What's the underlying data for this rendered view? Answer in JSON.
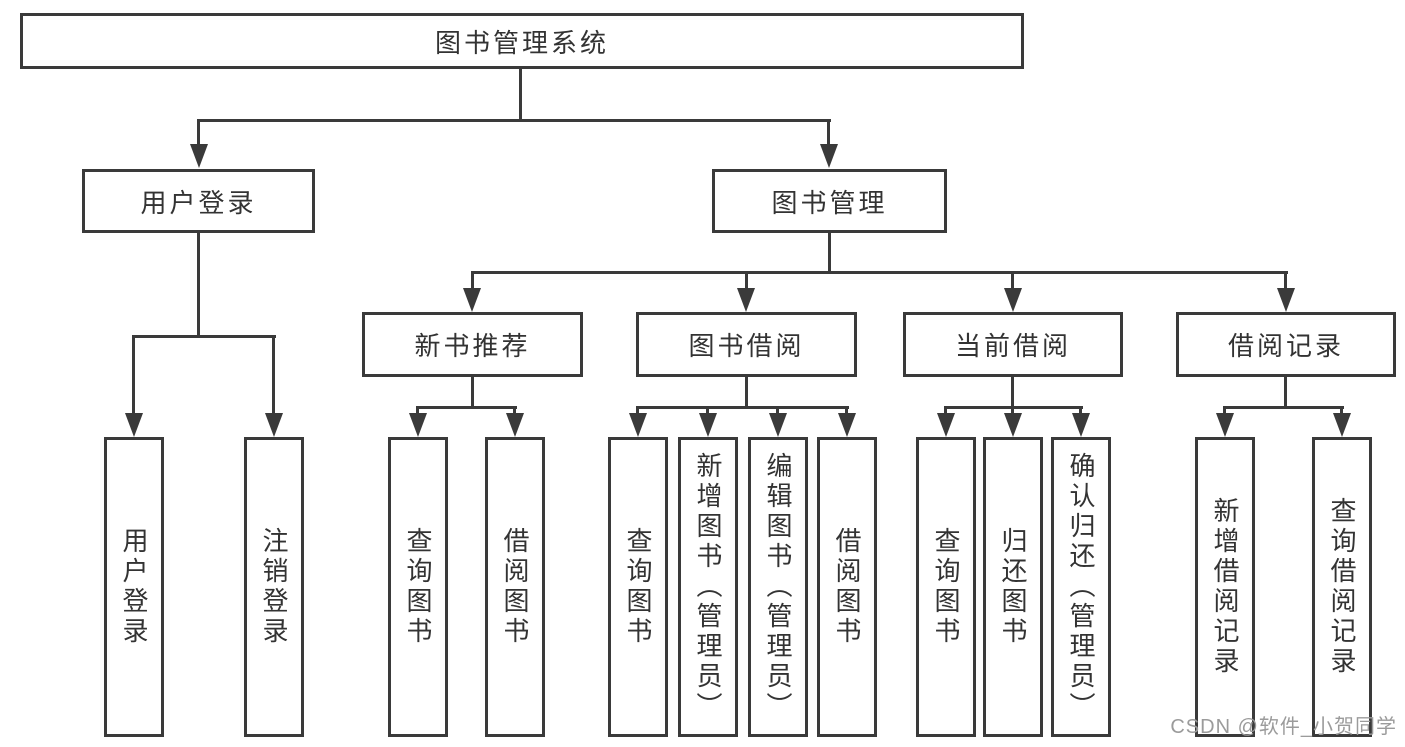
{
  "colors": {
    "line": "#3a3a3a",
    "text": "#333333",
    "watermark": "#9b9b9b",
    "background": "#ffffff"
  },
  "watermark": {
    "text": "CSDN @软件_小贺同学"
  },
  "tree": {
    "root": {
      "label": "图书管理系统",
      "children": [
        {
          "label": "用户登录",
          "children": [
            {
              "label": "用户登录"
            },
            {
              "label": "注销登录"
            }
          ]
        },
        {
          "label": "图书管理",
          "children": [
            {
              "label": "新书推荐",
              "children": [
                {
                  "label": "查询图书"
                },
                {
                  "label": "借阅图书"
                }
              ]
            },
            {
              "label": "图书借阅",
              "children": [
                {
                  "label": "查询图书"
                },
                {
                  "label": "新增图书（管理员）"
                },
                {
                  "label": "编辑图书（管理员）"
                },
                {
                  "label": "借阅图书"
                }
              ]
            },
            {
              "label": "当前借阅",
              "children": [
                {
                  "label": "查询图书"
                },
                {
                  "label": "归还图书"
                },
                {
                  "label": "确认归还（管理员）"
                }
              ]
            },
            {
              "label": "借阅记录",
              "children": [
                {
                  "label": "新增借阅记录"
                },
                {
                  "label": "查询借阅记录"
                }
              ]
            }
          ]
        }
      ]
    }
  }
}
